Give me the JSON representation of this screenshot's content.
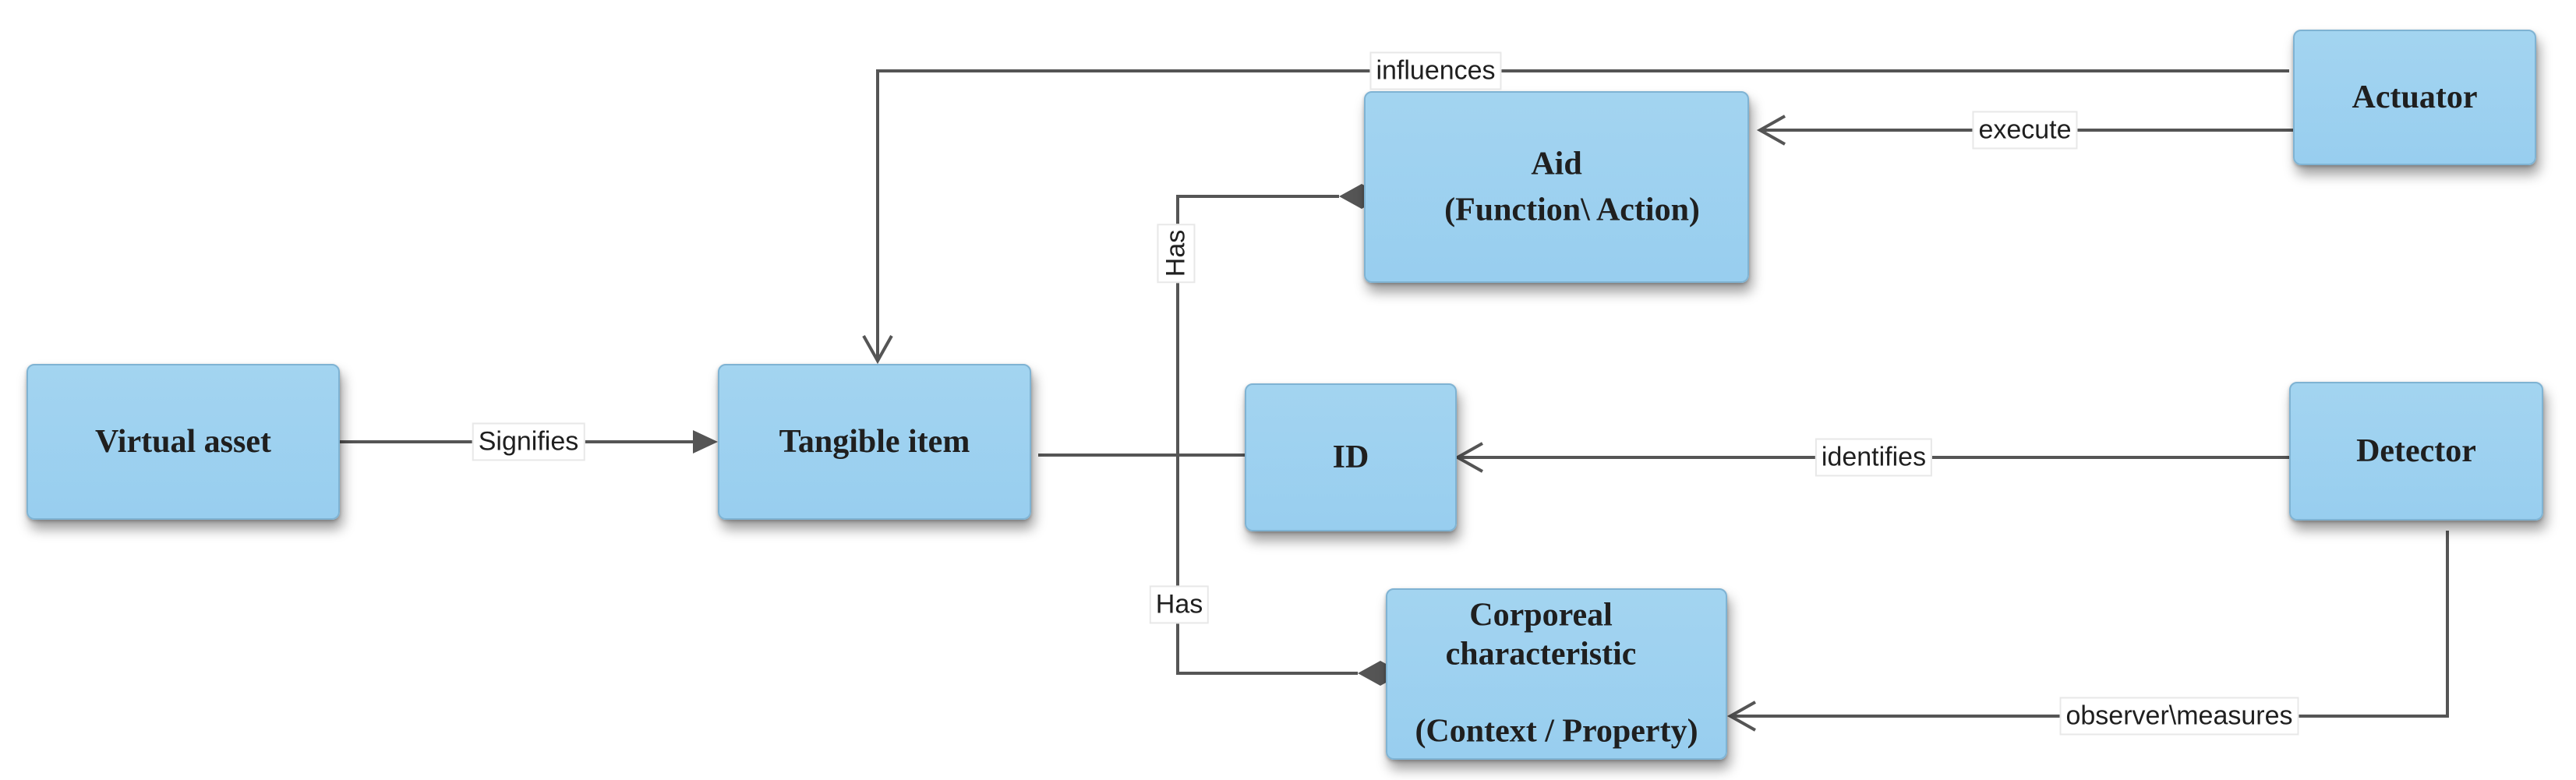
{
  "nodes": {
    "virtual_asset": "Virtual asset",
    "tangible_item": "Tangible item",
    "aid": [
      "Aid",
      "(Function\\ Action)"
    ],
    "actuator": "Actuator",
    "id": "ID",
    "detector": "Detector",
    "corporeal": [
      "Corporeal",
      "characteristic",
      "",
      "(Context / Property)"
    ]
  },
  "edges": {
    "signifies": "Signifies",
    "influences": "influences",
    "execute": "execute",
    "has_aid": "Has",
    "identifies": "identifies",
    "has_corporeal": "Has",
    "observer_measures": "observer\\measures"
  },
  "colors": {
    "node_fill": "#9dd1f0",
    "node_border": "#7fb3d3",
    "connector": "#555555"
  }
}
